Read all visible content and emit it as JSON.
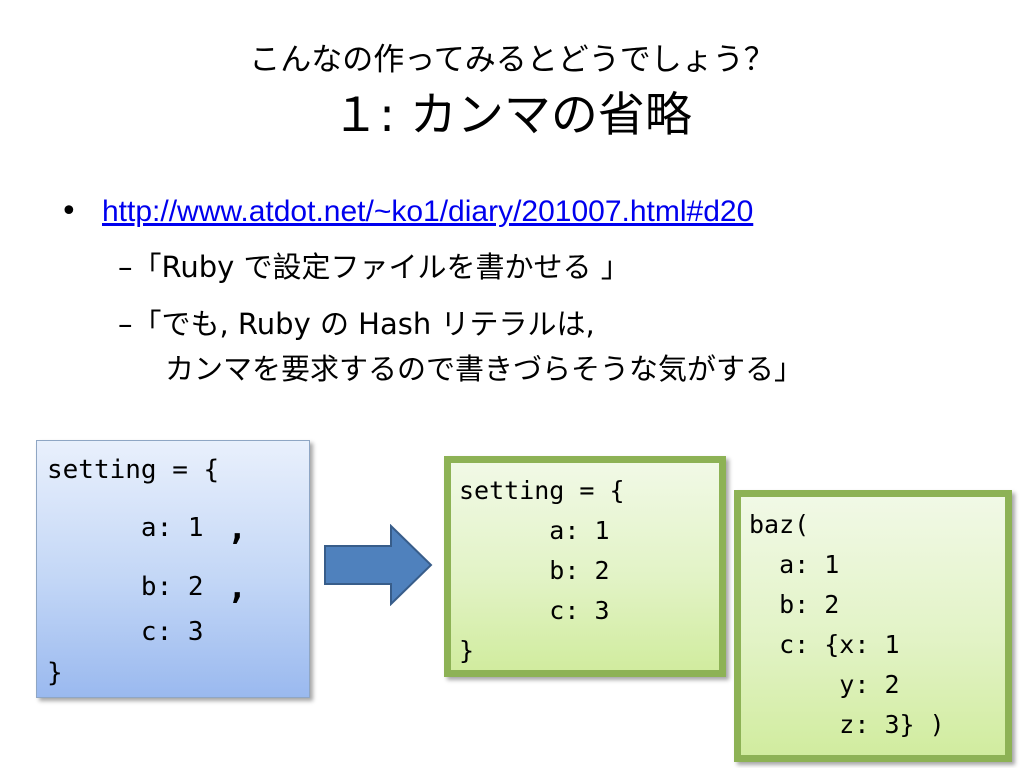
{
  "title": {
    "line1": "こんなの作ってみるとどうでしょう？",
    "line2": "１: カンマの省略"
  },
  "bullet": {
    "marker": "•",
    "link": "http://www.atdot.net/~ko1/diary/201007.html#d20",
    "sub1": "–「Ruby で設定ファイルを書かせる 」",
    "sub2_line1": "–「でも, Ruby の Hash リテラルは,",
    "sub2_line2": "カンマを要求するので書きづらそうな気がする」"
  },
  "code_before": {
    "lines": [
      "setting = {",
      "      a: 1",
      "      b: 2",
      "      c: 3",
      "}"
    ],
    "comma": ","
  },
  "code_after": "setting = {\n      a: 1\n      b: 2\n      c: 3\n}",
  "code_call": "baz(\n  a: 1\n  b: 2\n  c: {x: 1\n      y: 2\n      z: 3} )",
  "colors": {
    "link": "#0000ee",
    "blue_box": "#9ab9ef",
    "green_border": "#8db255",
    "green_fill": "#e2f3c6",
    "arrow": "#4f81bd"
  }
}
